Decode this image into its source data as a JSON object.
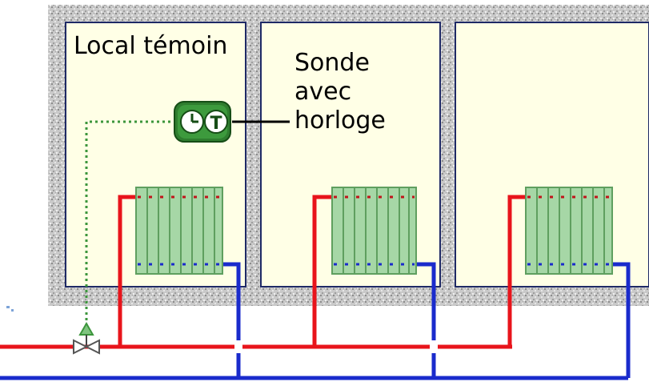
{
  "diagram": {
    "rooms": [
      {
        "id": "room-1",
        "label": "Local témoin"
      },
      {
        "id": "room-2",
        "label": ""
      },
      {
        "id": "room-3",
        "label": ""
      }
    ],
    "sensor": {
      "label_lines": [
        "Sonde",
        "avec",
        "horloge"
      ],
      "icon": "clock-thermometer-icon"
    },
    "colors": {
      "wall": "#bdbdbd",
      "room_fill": "#ffffe6",
      "room_border": "#1f2a66",
      "supply_pipe": "#e8141b",
      "return_pipe": "#1a2bcc",
      "radiator_fill": "#a6d7a6",
      "radiator_border": "#5f9f5f",
      "control_line": "#3c963c"
    }
  }
}
